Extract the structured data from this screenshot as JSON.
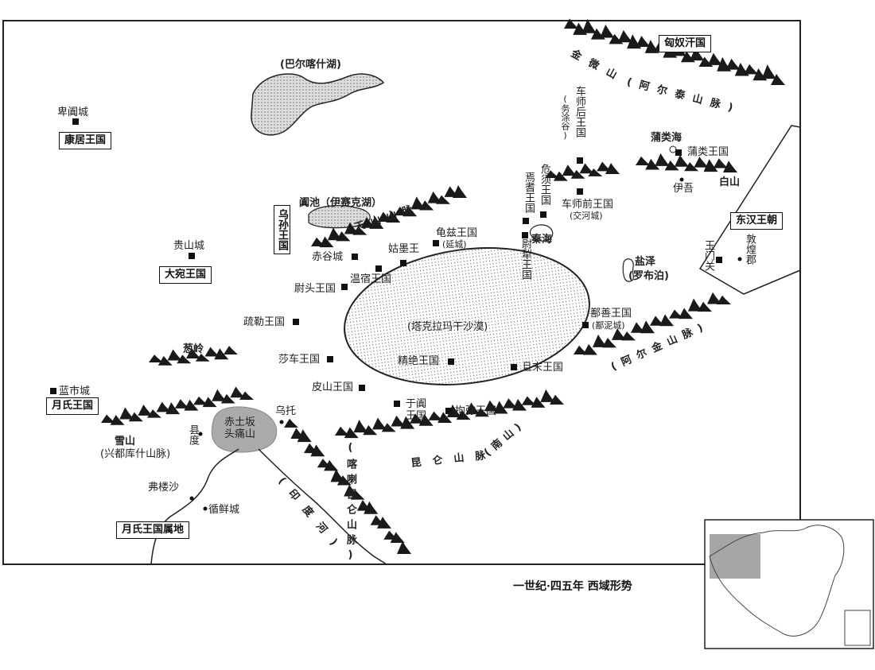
{
  "colors": {
    "ink": "#111111",
    "frame": "#222222",
    "lake": "#bbbbbb",
    "desert": "#f4f4f4",
    "mountain": "#1a1a1a",
    "inset_highlight": "#a6a6a6"
  },
  "kingdoms": {
    "kangju": "康居王国",
    "dawan": "大宛王国",
    "yuezhi": "月氏王国",
    "yuezhi_territory": "月氏王国属地",
    "wusun": "乌孙王国",
    "xiongnu": "匈奴汗国",
    "donghan": "东汉王朝"
  },
  "cities": {
    "beitiancheng": "卑阗城",
    "guishancheng": "贵山城",
    "lanshicheng": "蓝市城",
    "chigucheng": "赤谷城",
    "gumo": "姑墨王",
    "wensu": "温宿王国",
    "weitou": "尉头王国",
    "qiuci": "龟兹王国",
    "yancheng": "(延城)",
    "shule": "疏勒王国",
    "shache": "莎车王国",
    "pishan": "皮山王国",
    "jingjue": "精绝王国",
    "qiemo": "且末王国",
    "yutian": "于阗 王国",
    "jumi": "拘弥王国",
    "shanshan": "鄯善王国",
    "yinicheng": "(鄯泥城)",
    "jushi_qian": "车师前王国",
    "jiaohecheng": "(交河城)",
    "jushi_hou": "车师后王国",
    "wutugu": "(务涂谷)",
    "weixu": "危须王国",
    "yanqi": "焉耆王国",
    "weili": "尉犁王国",
    "puleiwang": "蒲类王国",
    "yiwu": "伊吾",
    "dunhuang": "敦煌郡",
    "yumenguan": "玉门关",
    "wutuo": "乌托",
    "xiandu": "县度",
    "fuloushā": "弗楼沙",
    "xunxiancheng": "循鲜城"
  },
  "lakes": {
    "balkhash": "(巴尔喀什湖)",
    "issyk": "阗池（伊赛克湖）",
    "pulei": "蒲类海",
    "qinhai": "秦海",
    "yanze": "盐泽",
    "lopnur": "(罗布泊)"
  },
  "mountains": {
    "jinwei": "金微山",
    "altai": "(阿尔泰山脉)",
    "tianshan": "天山山脉",
    "congling": "葱岭",
    "xueshan": "雪山",
    "hindukush": "(兴都库什山脉)",
    "karakoram": "(喀喇昆仑山脉)",
    "kunlun": "昆仑山脉",
    "nanshan": "(南山)",
    "altun": "(阿尔金山脉)",
    "baishan": "白山",
    "chitu": "赤土坂头痛山"
  },
  "desert": {
    "taklamakan": "(塔克拉玛干沙漠)"
  },
  "rivers": {
    "indus": "(印度河)"
  },
  "caption": "一世纪·四五年  西域形势"
}
